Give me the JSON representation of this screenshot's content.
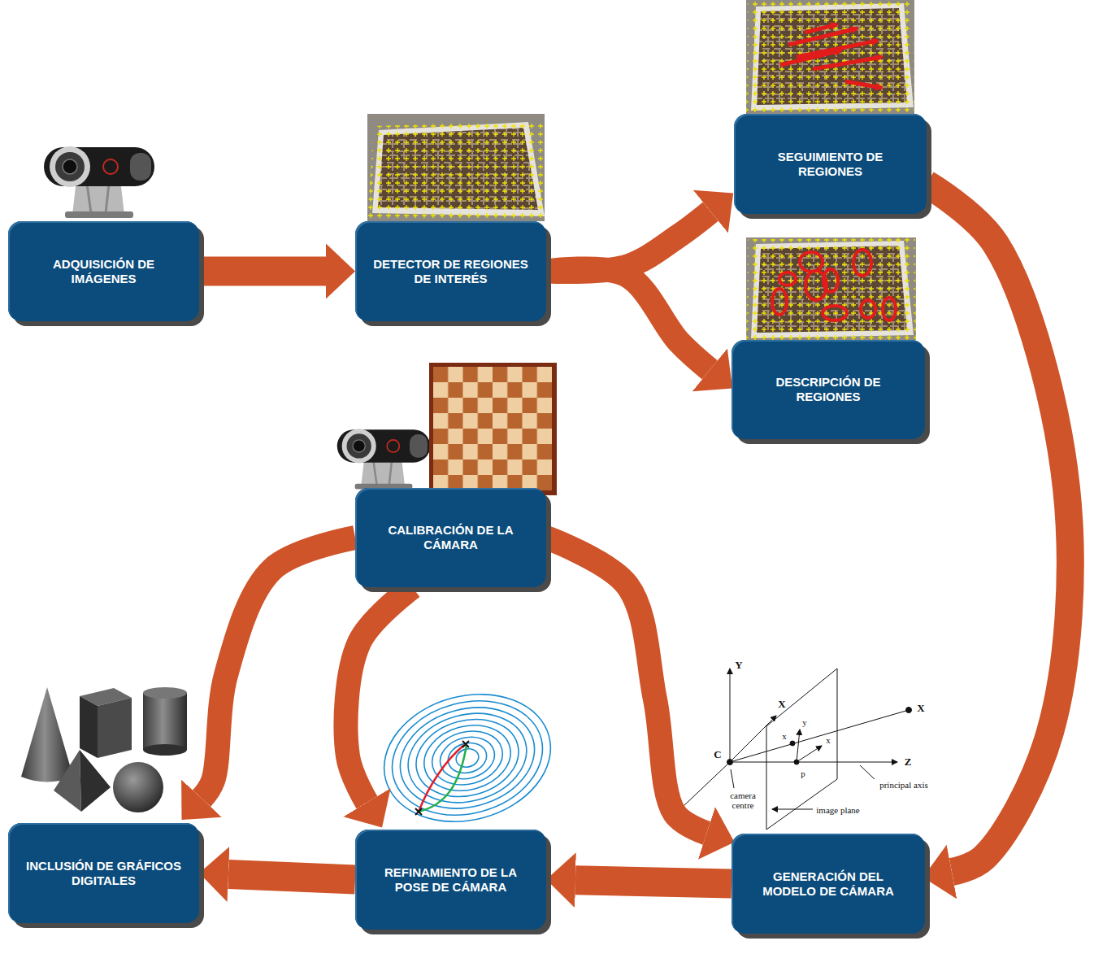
{
  "diagram": {
    "nodes": [
      {
        "text": [
          "ADQUISICIÓN DE IMÁGENES"
        ]
      },
      {
        "text": [
          "DETECTOR DE REGIONES DE INTERÉS"
        ]
      },
      {
        "text": [
          "SEGUIMIENTO DE REGIONES"
        ]
      },
      {
        "text": [
          "DESCRIPCIÓN DE REGIONES"
        ]
      },
      {
        "text": [
          "CALIBRACIÓN DE LA CÁMARA"
        ]
      },
      {
        "text": [
          "GENERACIÓN DEL MODELO DE CÁMARA"
        ]
      },
      {
        "text": [
          "REFINAMIENTO DE LA POSE DE CÁMARA"
        ]
      },
      {
        "text": [
          "INCLUSIÓN DE GRÁFICOS DIGITALES"
        ]
      }
    ],
    "edges": [
      {
        "from": 0,
        "to": 1,
        "arrow": "to"
      },
      {
        "from": 1,
        "to": 2,
        "arrow": "to"
      },
      {
        "from": 1,
        "to": 3,
        "arrow": "to"
      },
      {
        "from": 2,
        "to": 5,
        "arrow": "to"
      },
      {
        "from": 4,
        "to": 7,
        "arrow": "to"
      },
      {
        "from": 4,
        "to": 6,
        "arrow": "to"
      },
      {
        "from": 4,
        "to": 5,
        "arrow": "to"
      },
      {
        "from": 5,
        "to": 6,
        "arrow": "to"
      },
      {
        "from": 6,
        "to": 7,
        "arrow": "to"
      }
    ],
    "labels": [
      "Y",
      "X",
      "x",
      "y",
      "x",
      "p",
      "X",
      "Z",
      "C",
      "camera centre",
      "image plane",
      "principal axis"
    ]
  }
}
